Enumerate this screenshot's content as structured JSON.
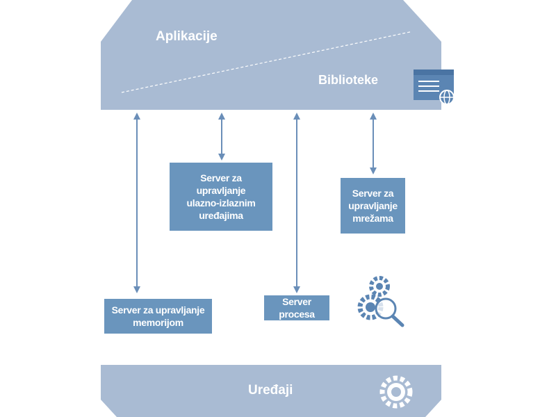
{
  "top_block": {
    "applications_label": "Aplikacije",
    "libraries_label": "Biblioteke",
    "color": "#a9bbd3"
  },
  "bottom_block": {
    "devices_label": "Uređaji",
    "color": "#a9bbd3"
  },
  "servers": {
    "io": [
      "Server za",
      "upravljanje",
      "ulazno-izlaznim",
      "uređajima"
    ],
    "network": [
      "Server za",
      "upravljanje",
      "mrežama"
    ],
    "memory": [
      "Server za upravljanje",
      "memorijom"
    ],
    "process": [
      "Server procesa"
    ]
  },
  "colors": {
    "box": "#6a95bd",
    "arrow": "#6a8eb8",
    "icon": "#5b85b3"
  },
  "icons": [
    "library-window-icon",
    "gears-search-icon",
    "device-gear-icon"
  ]
}
